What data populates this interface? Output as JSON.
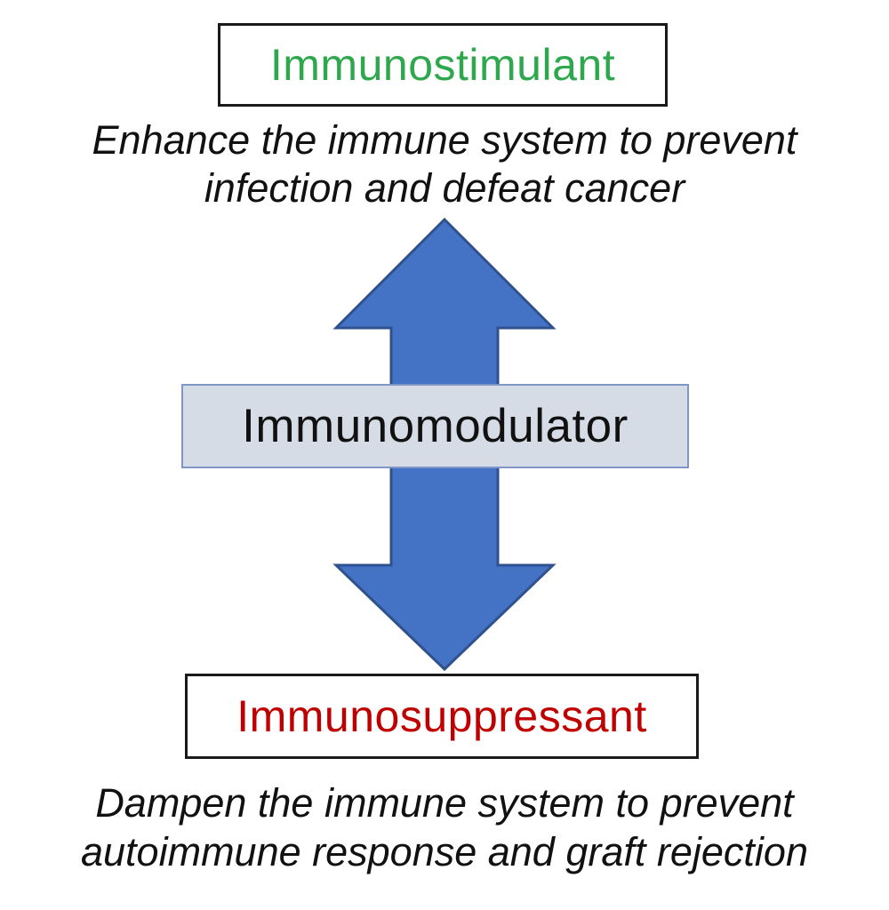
{
  "diagram": {
    "title_boxes": {
      "top": {
        "label": "Immunostimulant",
        "text_color": "#2ea84d",
        "fill": "#ffffff",
        "border_color": "#1a1a1a"
      },
      "center": {
        "label": "Immunomodulator",
        "text_color": "#111111",
        "fill": "#d6dce5",
        "border_color": "#8096c8"
      },
      "bottom": {
        "label": "Immunosuppressant",
        "text_color": "#c00000",
        "fill": "#ffffff",
        "border_color": "#1a1a1a"
      }
    },
    "descriptions": {
      "top": {
        "line1": "Enhance the immune system to prevent",
        "line2": "infection and defeat cancer"
      },
      "bottom": {
        "line1": "Dampen the immune system to prevent",
        "line2": "autoimmune response and graft rejection"
      }
    },
    "arrow": {
      "icon": "up-down-arrow-icon",
      "fill": "#4472c4",
      "stroke": "#2f528f"
    }
  }
}
